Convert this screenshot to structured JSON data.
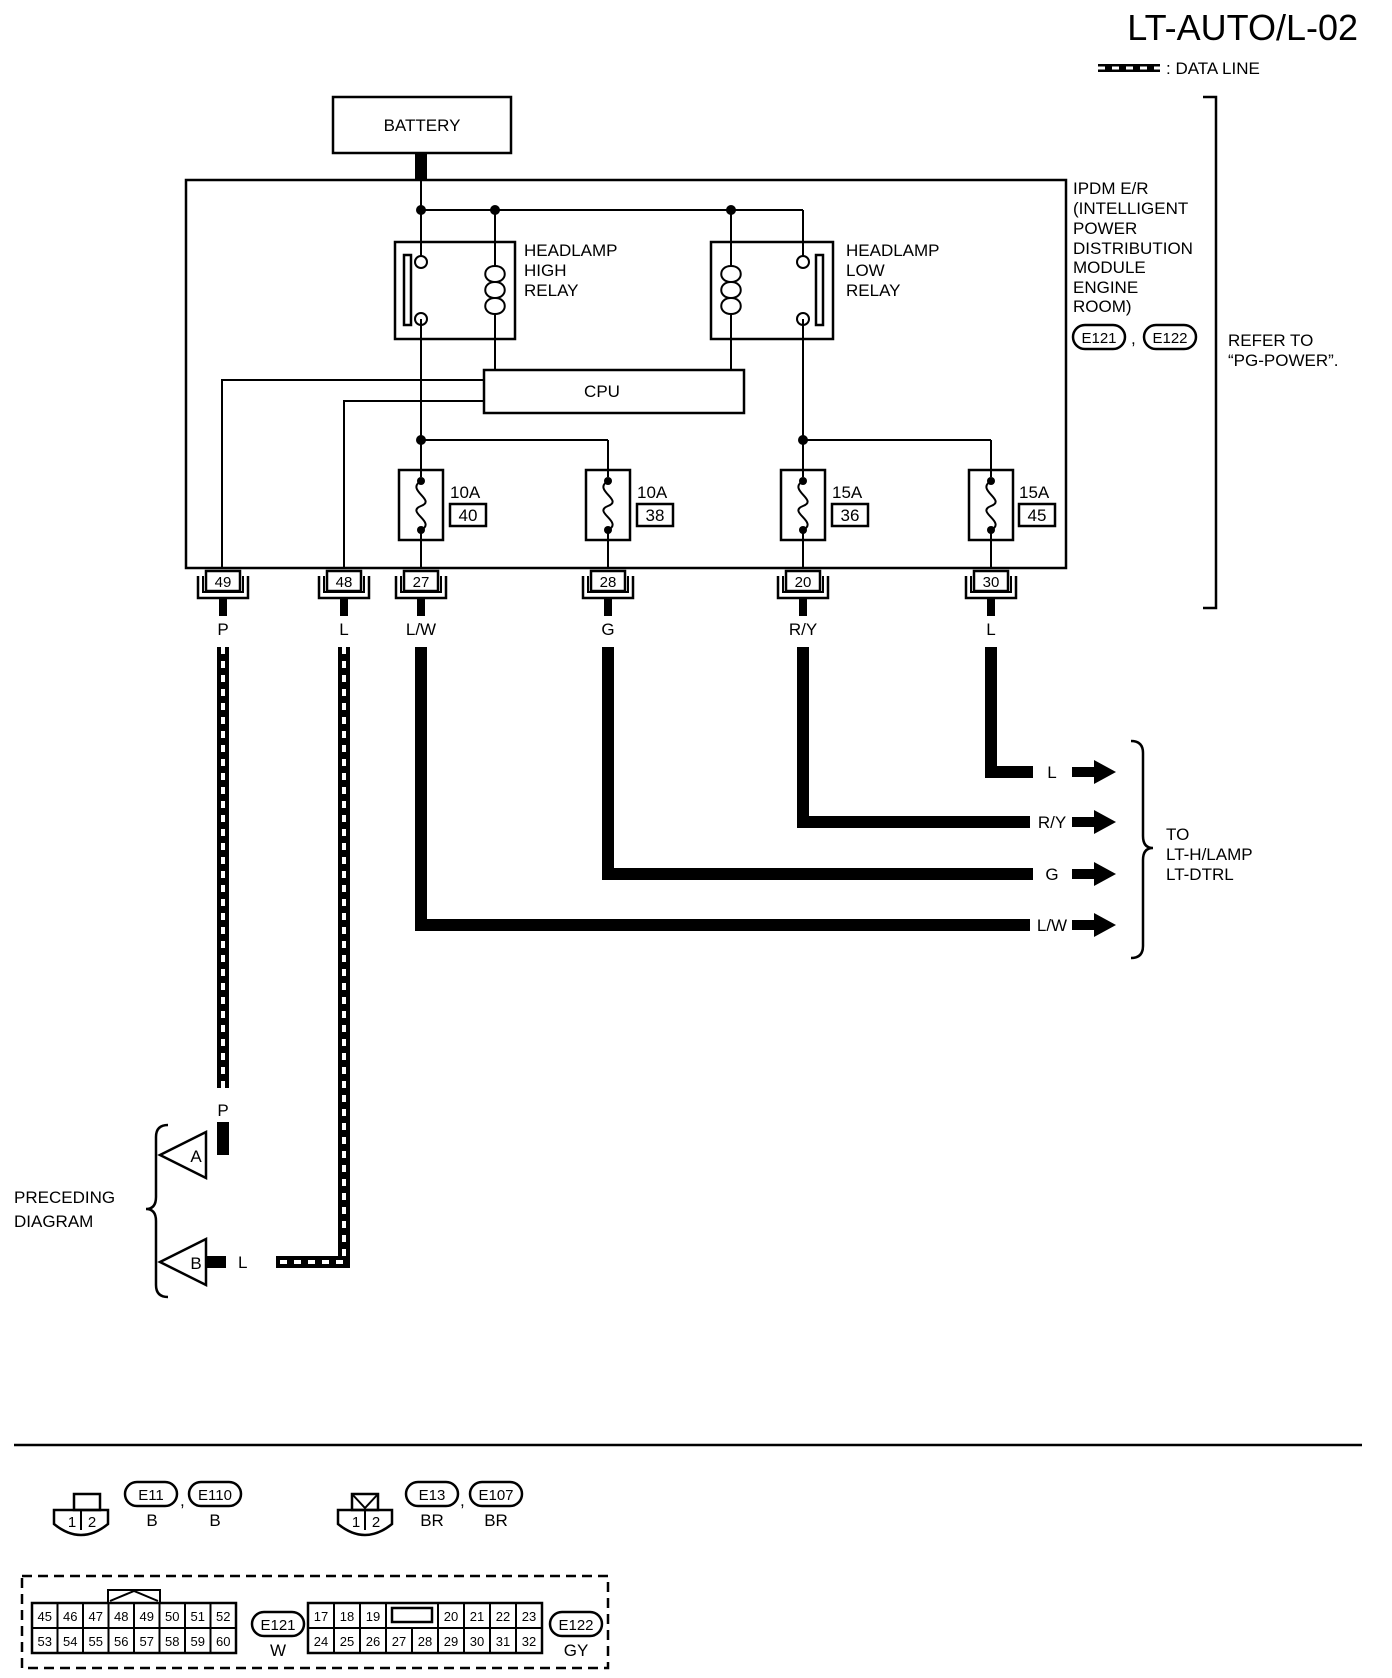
{
  "header": {
    "page_id": "LT-AUTO/L-02",
    "legend_text": ": DATA LINE"
  },
  "battery": {
    "label": "BATTERY"
  },
  "ipdm": {
    "label_lines": [
      "IPDM E/R",
      "(INTELLIGENT",
      "POWER",
      "DISTRIBUTION",
      "MODULE",
      "ENGINE",
      "ROOM)"
    ],
    "connectors": [
      "E121",
      "E122"
    ],
    "connector_separator": ","
  },
  "refer": {
    "lines": [
      "REFER TO",
      "“PG-POWER”."
    ]
  },
  "relays": {
    "high": [
      "HEADLAMP",
      "HIGH",
      "RELAY"
    ],
    "low": [
      "HEADLAMP",
      "LOW",
      "RELAY"
    ]
  },
  "cpu": {
    "label": "CPU"
  },
  "fuses": [
    {
      "rating": "10A",
      "number": "40"
    },
    {
      "rating": "10A",
      "number": "38"
    },
    {
      "rating": "15A",
      "number": "36"
    },
    {
      "rating": "15A",
      "number": "45"
    }
  ],
  "terminals": [
    {
      "pin": "49",
      "wire": "P"
    },
    {
      "pin": "48",
      "wire": "L"
    },
    {
      "pin": "27",
      "wire": "L/W"
    },
    {
      "pin": "28",
      "wire": "G"
    },
    {
      "pin": "20",
      "wire": "R/Y"
    },
    {
      "pin": "30",
      "wire": "L"
    }
  ],
  "outputs": {
    "wires": [
      "L",
      "R/Y",
      "G",
      "L/W"
    ],
    "destination": [
      "TO",
      "LT-H/LAMP",
      "LT-DTRL"
    ]
  },
  "preceding": {
    "label": [
      "PRECEDING",
      "DIAGRAM"
    ],
    "A": {
      "letter": "A",
      "wire": "P"
    },
    "B": {
      "letter": "B",
      "wire": "L"
    }
  },
  "connector_views": {
    "two_pin_a": {
      "pins": [
        "1",
        "2"
      ],
      "connectors": [
        "E11",
        "E110"
      ],
      "colors": [
        "B",
        "B"
      ],
      "separator": ","
    },
    "two_pin_b": {
      "pins": [
        "1",
        "2"
      ],
      "connectors": [
        "E13",
        "E107"
      ],
      "colors": [
        "BR",
        "BR"
      ],
      "separator": ","
    },
    "e121": {
      "row1": [
        "45",
        "46",
        "47",
        "48",
        "49",
        "50",
        "51",
        "52"
      ],
      "row2": [
        "53",
        "54",
        "55",
        "56",
        "57",
        "58",
        "59",
        "60"
      ],
      "connector": "E121",
      "color": "W"
    },
    "e122": {
      "row1": [
        "17",
        "18",
        "19",
        "",
        "20",
        "21",
        "22",
        "23"
      ],
      "row2": [
        "24",
        "25",
        "26",
        "27",
        "28",
        "29",
        "30",
        "31",
        "32"
      ],
      "connector": "E122",
      "color": "GY"
    }
  }
}
